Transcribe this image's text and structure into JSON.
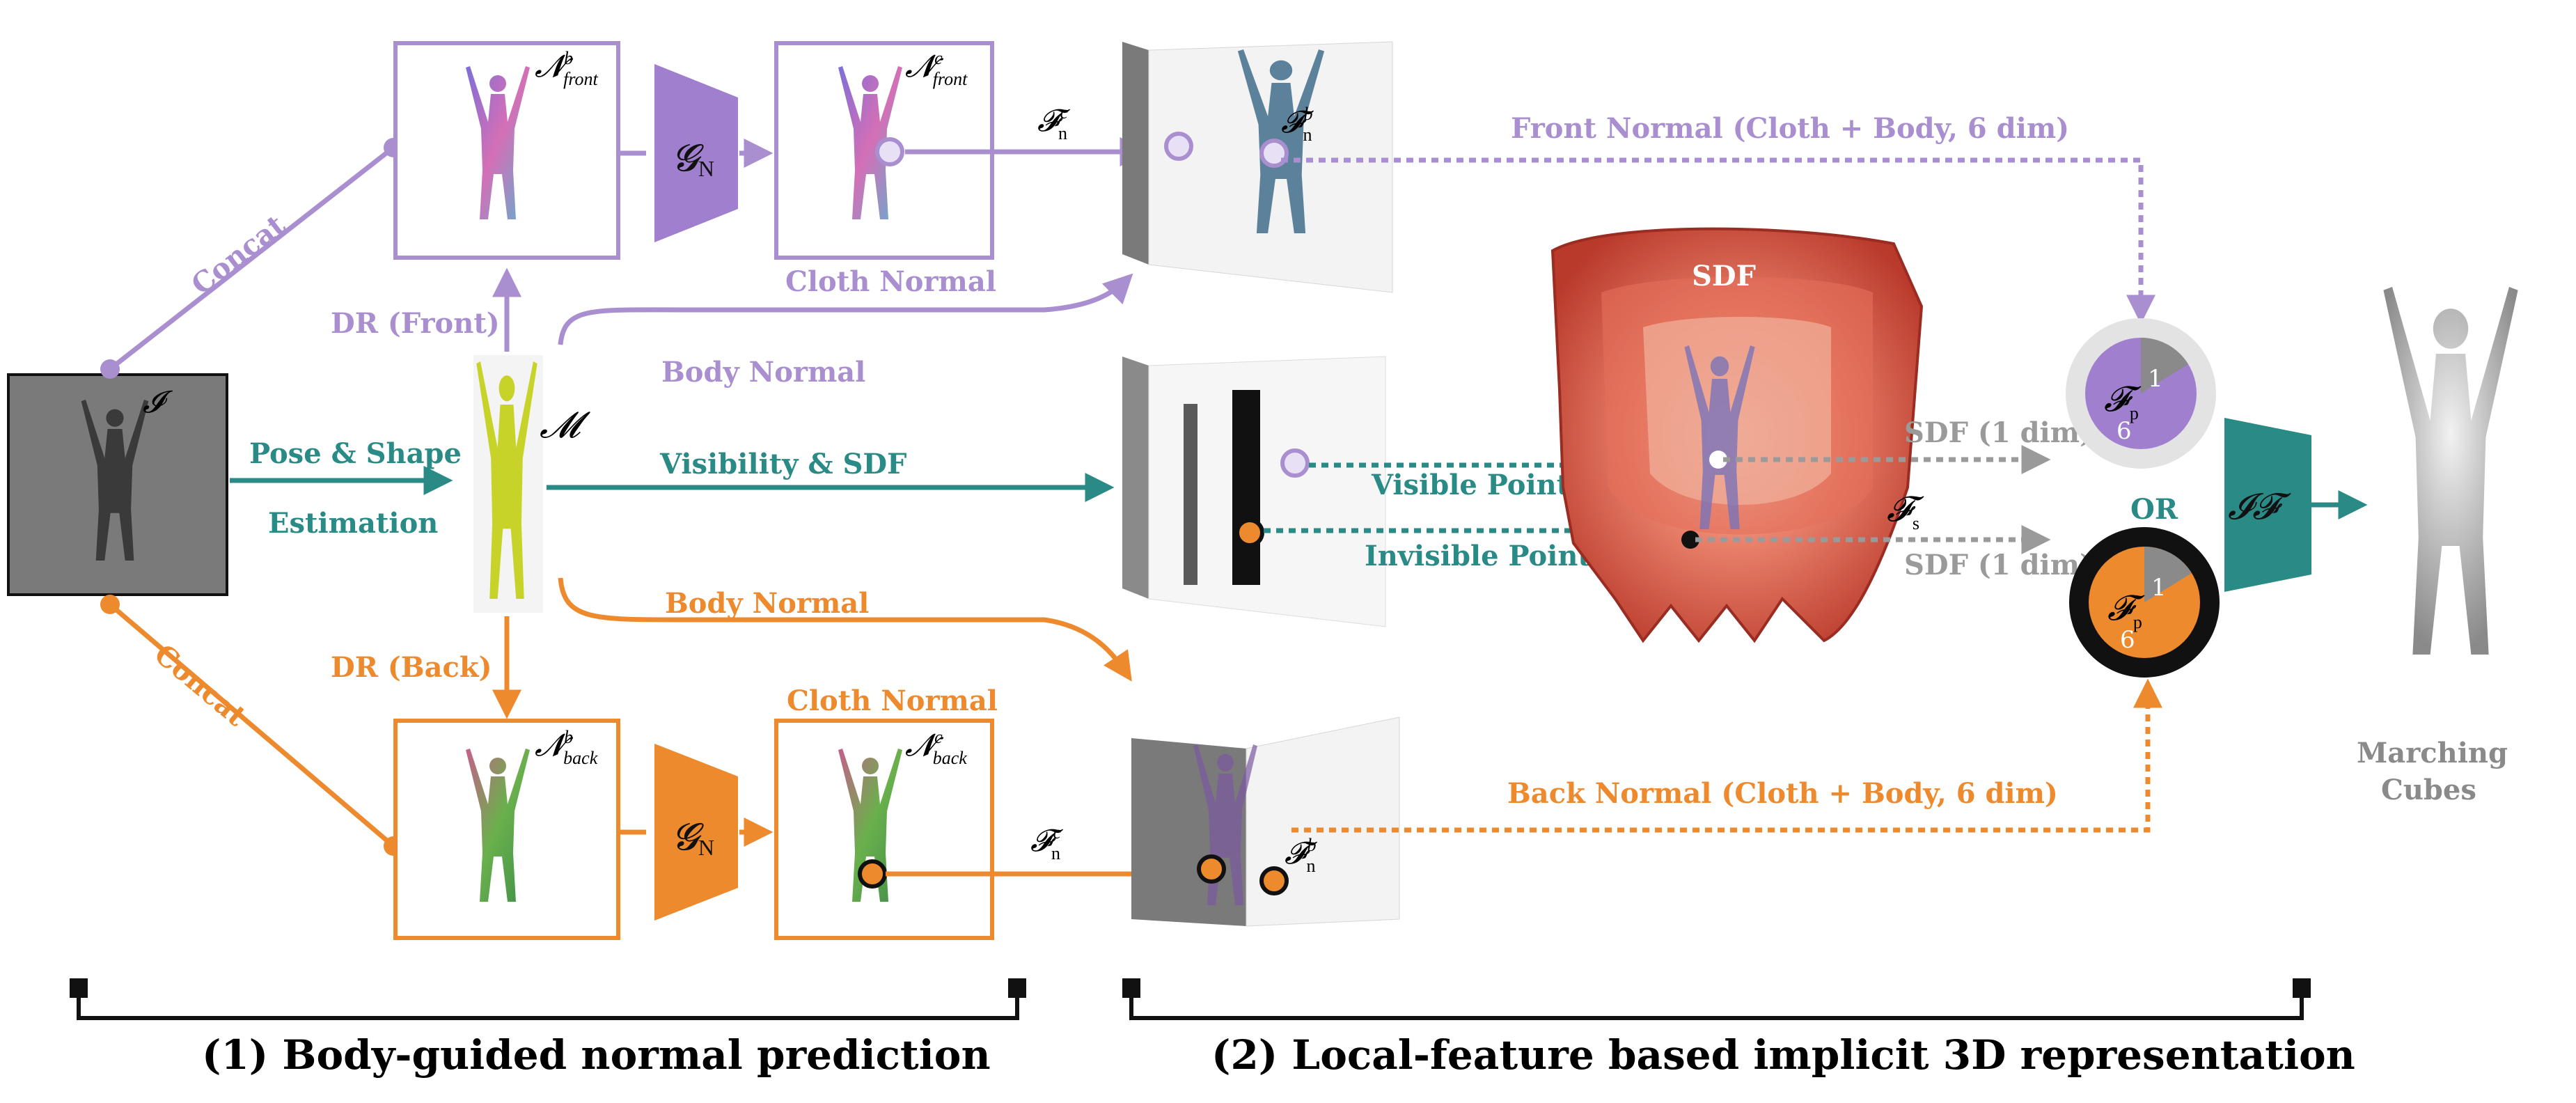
{
  "colors": {
    "purple": "#a98fd0",
    "purple_fill": "#a07fcf",
    "orange": "#ee8a2e",
    "teal": "#2a8a86",
    "gray": "#9a9a9a",
    "black": "#111111"
  },
  "symbols": {
    "input_image": "𝓘",
    "smpl_mesh": "𝓜",
    "generator": "𝓖",
    "generator_sub": "N",
    "normal": "𝓝",
    "feature": "𝓕",
    "feat_n_sub": "n",
    "feat_s_sub": "s",
    "feat_p_sub": "p",
    "sup_b": "b",
    "sup_c": "c",
    "sub_front": "front",
    "sub_back": "back",
    "implicit_fn": "𝓘𝓕"
  },
  "labels": {
    "concat_top": "Concat",
    "concat_bottom": "Concat",
    "dr_front": "DR (Front)",
    "dr_back": "DR (Back)",
    "pose_shape_1": "Pose & Shape",
    "pose_shape_2": "Estimation",
    "body_normal_top": "Body Normal",
    "body_normal_bottom": "Body Normal",
    "cloth_normal_top": "Cloth Normal",
    "cloth_normal_bottom": "Cloth Normal",
    "visibility_sdf": "Visibility & SDF",
    "visible_point": "Visible Point",
    "invisible_point": "Invisible Point",
    "sdf_title": "SDF",
    "sdf_1dim_top": "SDF (1 dim)",
    "sdf_1dim_bottom": "SDF (1 dim)",
    "front_normal": "Front Normal (Cloth + Body, 6 dim)",
    "back_normal": "Back Normal (Cloth + Body, 6 dim)",
    "or": "OR",
    "pie_small": "1",
    "pie_large": "6",
    "marching_1": "Marching",
    "marching_2": "Cubes",
    "section1": "(1) Body-guided normal prediction",
    "section2": "(2) Local-feature based implicit 3D representation"
  }
}
